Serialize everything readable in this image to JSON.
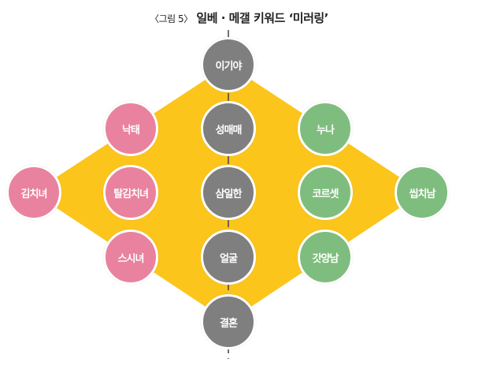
{
  "title": {
    "prefix": "〈그림 5〉",
    "main": "일베 · 메갤 키워드 ‘미러링’"
  },
  "colors": {
    "diamond": "#FBC51B",
    "neutral": "#7F7F7F",
    "ilbe": "#E9829F",
    "megal": "#7FBD7F"
  },
  "nodes": {
    "center": [
      "이기야",
      "성매매",
      "삼일한",
      "얼굴",
      "결혼"
    ],
    "pink": [
      "낙태",
      "김치녀",
      "탈김치녀",
      "스시녀"
    ],
    "green": [
      "누나",
      "코르셋",
      "씹치남",
      "갓양남"
    ]
  }
}
